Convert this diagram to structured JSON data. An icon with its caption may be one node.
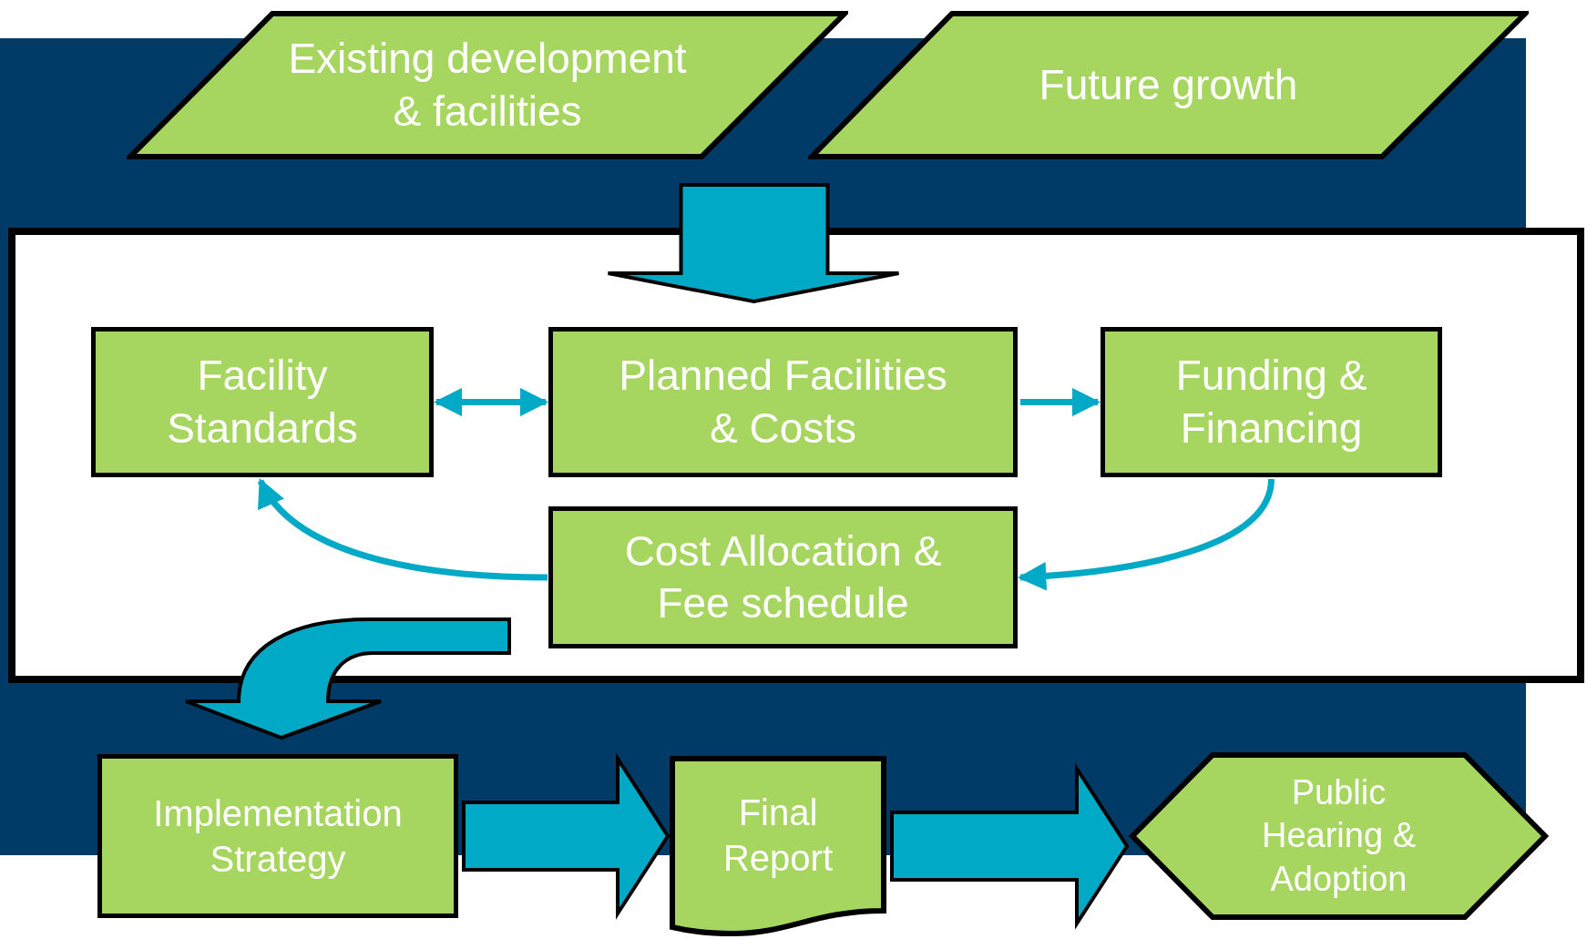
{
  "diagram": {
    "nodes": [
      {
        "text": [
          "Existing development & facilities"
        ]
      },
      {
        "text": [
          "Future growth"
        ]
      },
      {
        "text": [],
        "shape": "box"
      },
      {
        "text": [
          "Facility Standards"
        ],
        "in": 2
      },
      {
        "text": [
          "Planned Facilities & Costs"
        ],
        "in": 2
      },
      {
        "text": [
          "Funding & Financing"
        ],
        "in": 2
      },
      {
        "text": [
          "Cost Allocation & Fee schedule"
        ],
        "in": 2
      },
      {
        "text": [
          "Implementation Strategy"
        ]
      },
      {
        "text": [
          "Final Report"
        ]
      },
      {
        "text": [
          "Public Hearing & Adoption"
        ]
      }
    ],
    "edges": [
      {
        "from": 0,
        "to": 4,
        "arrow": "to",
        "style": "thick"
      },
      {
        "from": 1,
        "to": 4,
        "arrow": "to",
        "style": "thick"
      },
      {
        "from": 3,
        "to": 4,
        "arrow": "both"
      },
      {
        "from": 4,
        "to": 5,
        "arrow": "to"
      },
      {
        "from": 5,
        "to": 6,
        "arrow": "to"
      },
      {
        "from": 6,
        "to": 3,
        "arrow": "to"
      },
      {
        "from": 6,
        "to": 7,
        "arrow": "to",
        "style": "thick"
      },
      {
        "from": 7,
        "to": 8,
        "arrow": "to",
        "style": "thick"
      },
      {
        "from": 8,
        "to": 9,
        "arrow": "to",
        "style": "thick"
      }
    ]
  }
}
